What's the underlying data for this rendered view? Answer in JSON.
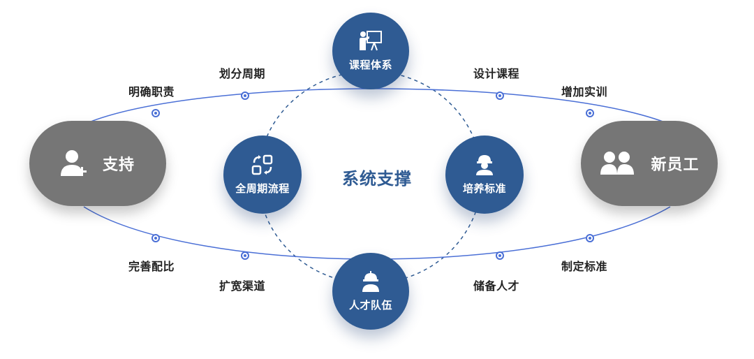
{
  "diagram": {
    "center_title": "系统支撑",
    "left_pill": {
      "label": "支持",
      "icon": "add-user-icon",
      "color": "#767676"
    },
    "right_pill": {
      "label": "新员工",
      "icon": "group-icon",
      "color": "#767676"
    },
    "nodes": {
      "top": {
        "label": "课程体系",
        "icon": "presentation-icon",
        "color": "#2f5b93"
      },
      "left": {
        "label": "全周期流程",
        "icon": "cycle-icon",
        "color": "#2f5b93"
      },
      "right": {
        "label": "培养标准",
        "icon": "worker-icon",
        "color": "#2f5b93"
      },
      "bottom": {
        "label": "人才队伍",
        "icon": "helmet-person-icon",
        "color": "#2f5b93"
      }
    },
    "upper_tags": [
      "明确职责",
      "划分周期",
      "设计课程",
      "增加实训"
    ],
    "lower_tags": [
      "完善配比",
      "扩宽渠道",
      "储备人才",
      "制定标准"
    ],
    "line_color": "#4a6fd6"
  }
}
